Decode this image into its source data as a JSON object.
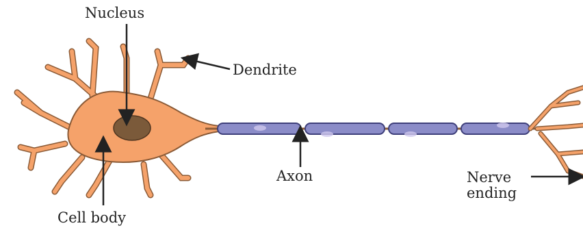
{
  "labels": {
    "nucleus": "Nucleus",
    "dendrite": "Dendrite",
    "axon": "Axon",
    "nerve_ending_line1": "Nerve",
    "nerve_ending_line2": "ending",
    "cell_body": "Cell body"
  },
  "colors": {
    "cell_body": "#f5a26a",
    "cell_outline": "#8a5a36",
    "nucleus": "#7b5a3a",
    "myelin": "#8b8cc8",
    "myelin_outline": "#3e3f7a",
    "arrow": "#222222"
  },
  "icons": {
    "pointer": "arrow-icon"
  }
}
